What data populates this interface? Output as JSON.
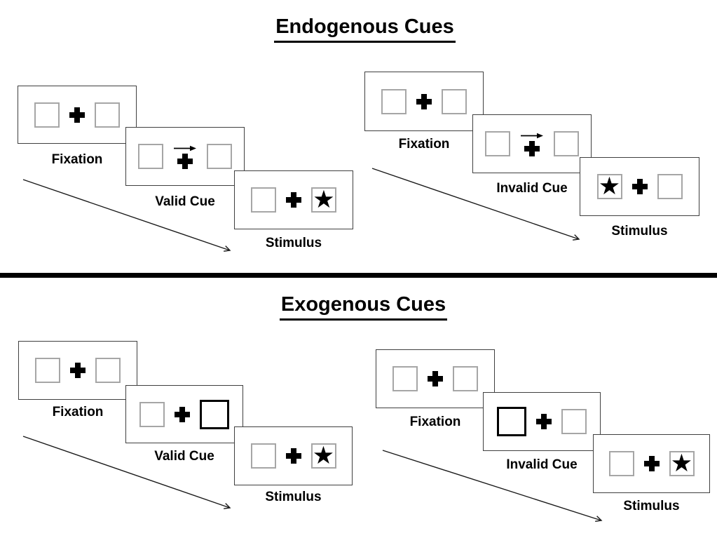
{
  "diagram": {
    "glyphs": {
      "star": "★"
    },
    "colors": {
      "ink": "#000000",
      "panel_border": "#3f3f3f",
      "square_border": "#a6a6a6",
      "divider": "#000000"
    },
    "sections": [
      {
        "title": "Endogenous Cues",
        "trials": [
          {
            "condition": "valid",
            "cue": {
              "kind": "central-arrow",
              "points": "right"
            },
            "target_side": "right",
            "labels": {
              "fixation": "Fixation",
              "cue": "Valid Cue",
              "stimulus": "Stimulus"
            }
          },
          {
            "condition": "invalid",
            "cue": {
              "kind": "central-arrow",
              "points": "right"
            },
            "target_side": "left",
            "labels": {
              "fixation": "Fixation",
              "cue": "Invalid Cue",
              "stimulus": "Stimulus"
            }
          }
        ]
      },
      {
        "title": "Exogenous Cues",
        "trials": [
          {
            "condition": "valid",
            "cue": {
              "kind": "peripheral-box",
              "side": "right"
            },
            "target_side": "right",
            "labels": {
              "fixation": "Fixation",
              "cue": "Valid Cue",
              "stimulus": "Stimulus"
            }
          },
          {
            "condition": "invalid",
            "cue": {
              "kind": "peripheral-box",
              "side": "left"
            },
            "target_side": "right",
            "labels": {
              "fixation": "Fixation",
              "cue": "Invalid Cue",
              "stimulus": "Stimulus"
            }
          }
        ]
      }
    ]
  }
}
